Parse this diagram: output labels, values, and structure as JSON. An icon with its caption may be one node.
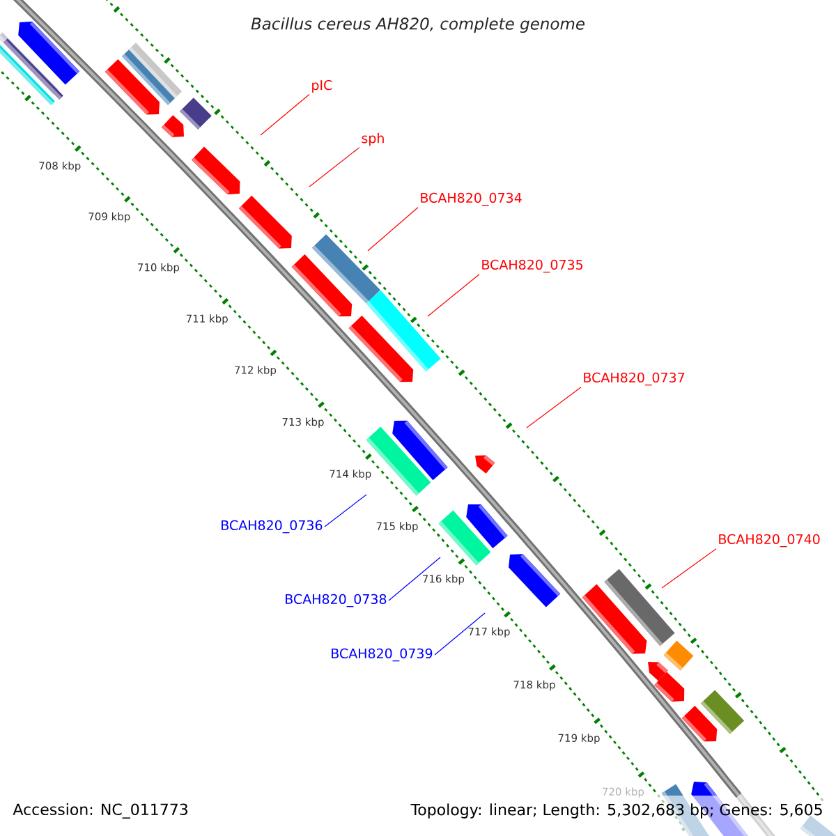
{
  "diagram": {
    "nodes": [
      {
        "text": [
          "pIC"
        ]
      },
      {
        "text": [
          "sph"
        ]
      },
      {
        "text": [
          "BCAH820_0734"
        ]
      },
      {
        "text": [
          "BCAH820_0735"
        ]
      },
      {
        "text": [
          "BCAH820_0737"
        ]
      },
      {
        "text": [
          "BCAH820_0736"
        ]
      },
      {
        "text": [
          "BCAH820_0740"
        ]
      },
      {
        "text": [
          "BCAH820_0738"
        ]
      },
      {
        "text": [
          "BCAH820_0739"
        ]
      }
    ],
    "edges": [
      {
        "from": 0,
        "to": null,
        "arrow": "none"
      },
      {
        "from": 1,
        "to": null,
        "arrow": "none"
      },
      {
        "from": 2,
        "to": null,
        "arrow": "none"
      },
      {
        "from": 3,
        "to": null,
        "arrow": "none"
      },
      {
        "from": 4,
        "to": null,
        "arrow": "none"
      },
      {
        "from": 5,
        "to": null,
        "arrow": "none",
        "color": "#0000ff"
      },
      {
        "from": 6,
        "to": null,
        "arrow": "none"
      },
      {
        "from": 7,
        "to": null,
        "arrow": "none",
        "color": "#0000ff"
      },
      {
        "from": 8,
        "to": null,
        "arrow": "none",
        "color": "#0000ff"
      }
    ],
    "labels": [
      "Bacillus cereus AH820, complete genome",
      "708 kbp",
      "709 kbp",
      "710 kbp",
      "711 kbp",
      "712 kbp",
      "713 kbp",
      "714 kbp",
      "715 kbp",
      "716 kbp",
      "717 kbp",
      "718 kbp",
      "719 kbp",
      "720 kbp",
      "Accession: NC_011773",
      "Topology: linear; Length: 5,302,683 bp; Genes: 5,605"
    ]
  }
}
